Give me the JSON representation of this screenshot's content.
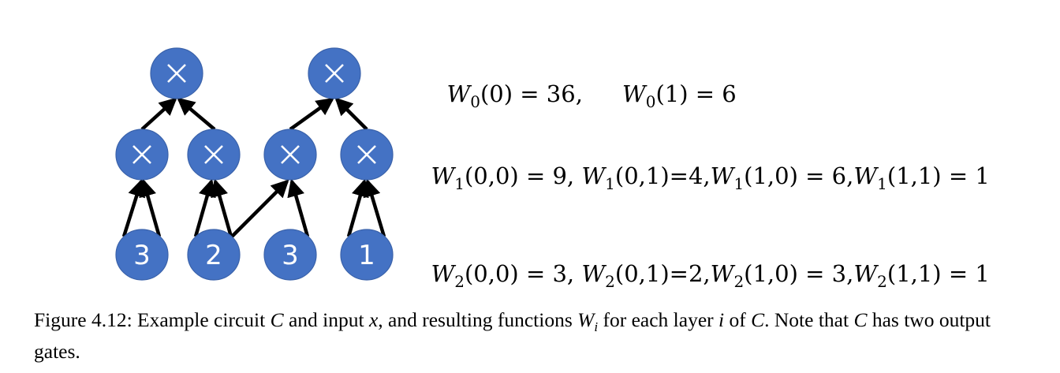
{
  "colors": {
    "node_fill": "#4472C4",
    "node_stroke": "#3A62AA",
    "edge": "#000000",
    "label": "#FFFFFF"
  },
  "circuit": {
    "output_layer": [
      {
        "id": "g0_0",
        "label": "×"
      },
      {
        "id": "g0_1",
        "label": "×"
      }
    ],
    "middle_layer": [
      {
        "id": "g1_0",
        "label": "×"
      },
      {
        "id": "g1_1",
        "label": "×"
      },
      {
        "id": "g1_2",
        "label": "×"
      },
      {
        "id": "g1_3",
        "label": "×"
      }
    ],
    "input_layer": [
      {
        "id": "x0",
        "label": "3"
      },
      {
        "id": "x1",
        "label": "2"
      },
      {
        "id": "x2",
        "label": "3"
      },
      {
        "id": "x3",
        "label": "1"
      }
    ],
    "edges": [
      {
        "from": "g1_0",
        "to": "g0_0"
      },
      {
        "from": "g1_1",
        "to": "g0_0"
      },
      {
        "from": "g1_2",
        "to": "g0_1"
      },
      {
        "from": "g1_3",
        "to": "g0_1"
      },
      {
        "from": "x0",
        "to": "g1_0"
      },
      {
        "from": "x0",
        "to": "g1_0"
      },
      {
        "from": "x1",
        "to": "g1_1"
      },
      {
        "from": "x1",
        "to": "g1_1"
      },
      {
        "from": "x1",
        "to": "g1_2"
      },
      {
        "from": "x2",
        "to": "g1_2"
      },
      {
        "from": "x3",
        "to": "g1_3"
      },
      {
        "from": "x3",
        "to": "g1_3"
      }
    ]
  },
  "equations": {
    "layer0": [
      {
        "fn": "W",
        "sub": "0",
        "args": "(0) = 36,"
      },
      {
        "fn": "W",
        "sub": "0",
        "args": "(1) = 6"
      }
    ],
    "layer1": [
      {
        "fn": "W",
        "sub": "1",
        "args": "(0,0) = 9, "
      },
      {
        "fn": "W",
        "sub": "1",
        "args": "(0,1)=4,"
      },
      {
        "fn": "W",
        "sub": "1",
        "args": "(1,0) = 6,"
      },
      {
        "fn": "W",
        "sub": "1",
        "args": "(1,1) = 1"
      }
    ],
    "layer2": [
      {
        "fn": "W",
        "sub": "2",
        "args": "(0,0) = 3, "
      },
      {
        "fn": "W",
        "sub": "2",
        "args": "(0,1)=2,"
      },
      {
        "fn": "W",
        "sub": "2",
        "args": "(1,0) = 3,"
      },
      {
        "fn": "W",
        "sub": "2",
        "args": "(1,1) = 1"
      }
    ]
  },
  "caption": {
    "p1": "Figure 4.12: Example circuit ",
    "c1": "C",
    "p2": " and input ",
    "x": "x",
    "p3": ", and resulting functions ",
    "w": "W",
    "wsub": "i",
    "p4": " for each layer ",
    "i": "i",
    "p5": " of ",
    "c2": "C",
    "p6": ". Note that ",
    "c3": "C",
    "p7": " has two output gates."
  }
}
